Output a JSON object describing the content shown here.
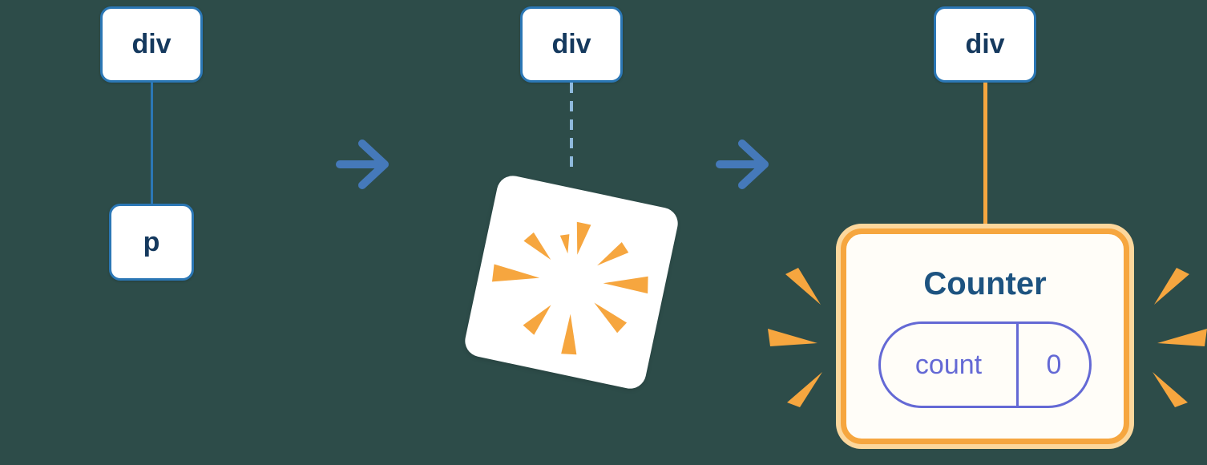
{
  "diagram": {
    "colors": {
      "background": "#2d4c49",
      "node_border": "#2b77b5",
      "node_text": "#15395e",
      "edge": "#2b77b5",
      "edge_dashed": "#8fb9dc",
      "arrow": "#4579ba",
      "orange": "#f6a63f",
      "orange_light": "#fcd79c",
      "card_background": "#fffdf8",
      "title_text": "#1d5380",
      "state_accent": "#6469d5"
    },
    "stage1": {
      "parent_label": "div",
      "child_label": "p"
    },
    "stage2": {
      "parent_label": "div"
    },
    "stage3": {
      "parent_label": "div",
      "card": {
        "title": "Counter",
        "state_key": "count",
        "state_value": "0"
      }
    },
    "icons": {
      "arrow": "right-arrow",
      "poof": "poof-starburst",
      "sparkle": "emphasis-sparkle"
    }
  }
}
